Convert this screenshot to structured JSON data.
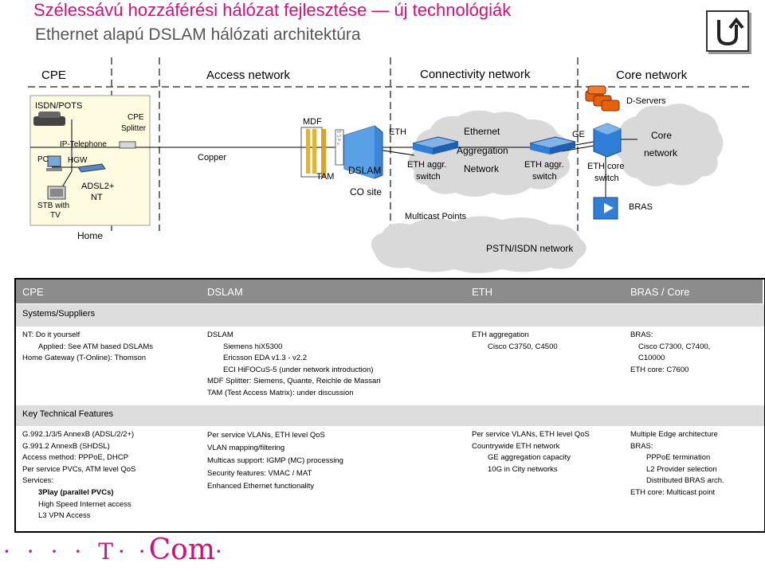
{
  "title": {
    "main": "Szélessávú  hozzáférési  hálózat  fejlesztése  —  új  technológiák",
    "subtitle": "Ethernet  alapú  DSLAM  hálózati  architektúra"
  },
  "back_icon": "u-turn-back-icon",
  "segments": [
    "CPE",
    "Access  network",
    "Connectivity  network",
    "Core  network"
  ],
  "diagram": {
    "isdn_pots": "ISDN/POTS",
    "ip_telephone": "IP-Telephone",
    "pc": "PC",
    "hgw": "HGW",
    "adsl_nt_1": "ADSL2+",
    "adsl_nt_2": "NT",
    "stb_1": "STB  with",
    "stb_2": "TV",
    "cpe_splitter_1": "CPE",
    "cpe_splitter_2": "Splitter",
    "copper": "Copper",
    "mdf": "MDF",
    "tam": "TAM",
    "splitter_vertical": "SPLITTER",
    "dslam": "DSLAM",
    "co_site": "CO  site",
    "eth": "ETH",
    "eth_aggr_1a": "ETH  aggr.",
    "eth_aggr_1b": "switch",
    "ethernet_1": "Ethernet",
    "ethernet_2": "Aggregation",
    "ethernet_3": "Network",
    "eth_aggr_2a": "ETH  aggr.",
    "eth_aggr_2b": "switch",
    "multicast": "Multicast  Points",
    "ge": "GE",
    "eth_core_1": "ETH  core",
    "eth_core_2": "switch",
    "d_servers": "D-Servers",
    "core_1": "Core",
    "core_2": "network",
    "bras": "BRAS",
    "home": "Home",
    "pstn": "PSTN/ISDN  network"
  },
  "table": {
    "columns": [
      "CPE",
      "DSLAM",
      "ETH",
      "BRAS  /  Core"
    ],
    "section1": "Systems/Suppliers",
    "section2": "Key  Technical  Features",
    "sys": {
      "cpe": [
        "NT:  Do  it  yourself",
        "      Applied:  See  ATM  based  DSLAMs",
        "Home  Gateway  (T-Online):  Thomson"
      ],
      "dslam": [
        "DSLAM",
        "      Siemens  hiX5300",
        "      Ericsson  EDA  v1.3  -  v2.2",
        "      ECI  HiFOCuS-5  (under  network  introduction)",
        "MDF  Splitter:  Siemens,  Quante,  Reichle  de  Massari",
        "TAM  (Test  Access  Matrix):  under  discussion"
      ],
      "eth": [
        "ETH  aggregation",
        "      Cisco  C3750,  C4500"
      ],
      "bras": [
        "BRAS:",
        "      Cisco  C7300,  C7400,",
        "      C10000",
        "ETH  core:  C7600"
      ]
    },
    "feat": {
      "cpe": [
        "G.992.1/3/5  AnnexB  (ADSL/2/2+)",
        "G.991.2  AnnexB  (SHDSL)",
        "Access  method:  PPPoE,  DHCP",
        "Per  service  PVCs,  ATM  level  QoS",
        "Services:",
        "      3Play  (parallel  PVCs)",
        "      High  Speed  Internet  access",
        "      L3  VPN  Access"
      ],
      "dslam": [
        "Per  service  VLANs,  ETH  level  QoS",
        "VLAN  mapping/filtering",
        "Multicas  support:  IGMP  (MC)  processing",
        "Security  features:  VMAC  /  MAT",
        "Enhanced  Ethernet  functionality"
      ],
      "eth": [
        "Per  service  VLANs,  ETH  level  QoS",
        "Countrywide  ETH  network",
        "      GE  aggregation  capacity",
        "      10G  in  City  networks"
      ],
      "bras": [
        "Multiple  Edge  architecture",
        "BRAS:",
        "      PPPoE  termination",
        "      L2  Provider  selection",
        "      Distributed  BRAS  arch.",
        "ETH  core:  Multicast  point"
      ]
    }
  },
  "logo": {
    "dots_left": "· · · · T",
    "dots_mid": "· ·",
    "word": "Com",
    "dots_right": "·"
  },
  "colors": {
    "title_magenta": "#d40f7d",
    "subtitle_gray": "#555555",
    "header_gray": "#8c8c8c",
    "cloud_gray": "#d9d9d9",
    "switch_blue": "#2f7fd8",
    "server_orange": "#e8600a"
  }
}
